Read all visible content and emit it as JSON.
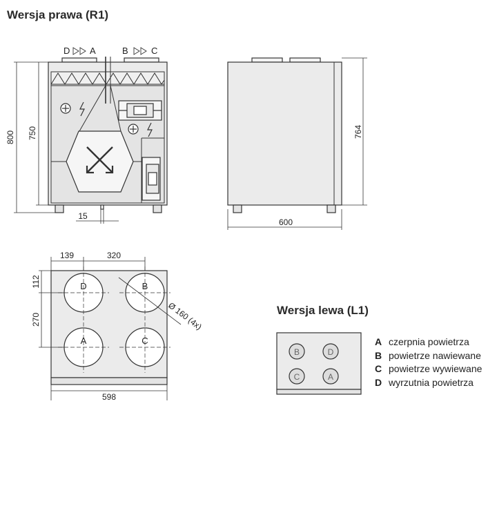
{
  "titles": {
    "right_version": "Wersja prawa (R1)",
    "left_version": "Wersja lewa (L1)"
  },
  "front_view": {
    "port_group_left": "D",
    "port_group_left_b": "A",
    "port_group_right": "B",
    "port_group_right_b": "C",
    "dim_height_total": "800",
    "dim_height_body": "750",
    "dim_offset": "15"
  },
  "side_view": {
    "dim_height": "764",
    "dim_width": "600"
  },
  "top_view": {
    "dim_139": "139",
    "dim_320": "320",
    "dim_112": "112",
    "dim_270": "270",
    "dim_598": "598",
    "dim_diameter": "Ø 160 (4x)",
    "ports": [
      "D",
      "B",
      "A",
      "C"
    ]
  },
  "left_version_ports": [
    "B",
    "D",
    "C",
    "A"
  ],
  "legend": [
    {
      "key": "A",
      "text": "czerpnia powietrza"
    },
    {
      "key": "B",
      "text": "powietrze nawiewane"
    },
    {
      "key": "C",
      "text": "powietrze wywiewane"
    },
    {
      "key": "D",
      "text": "wyrzutnia powietrza"
    }
  ]
}
